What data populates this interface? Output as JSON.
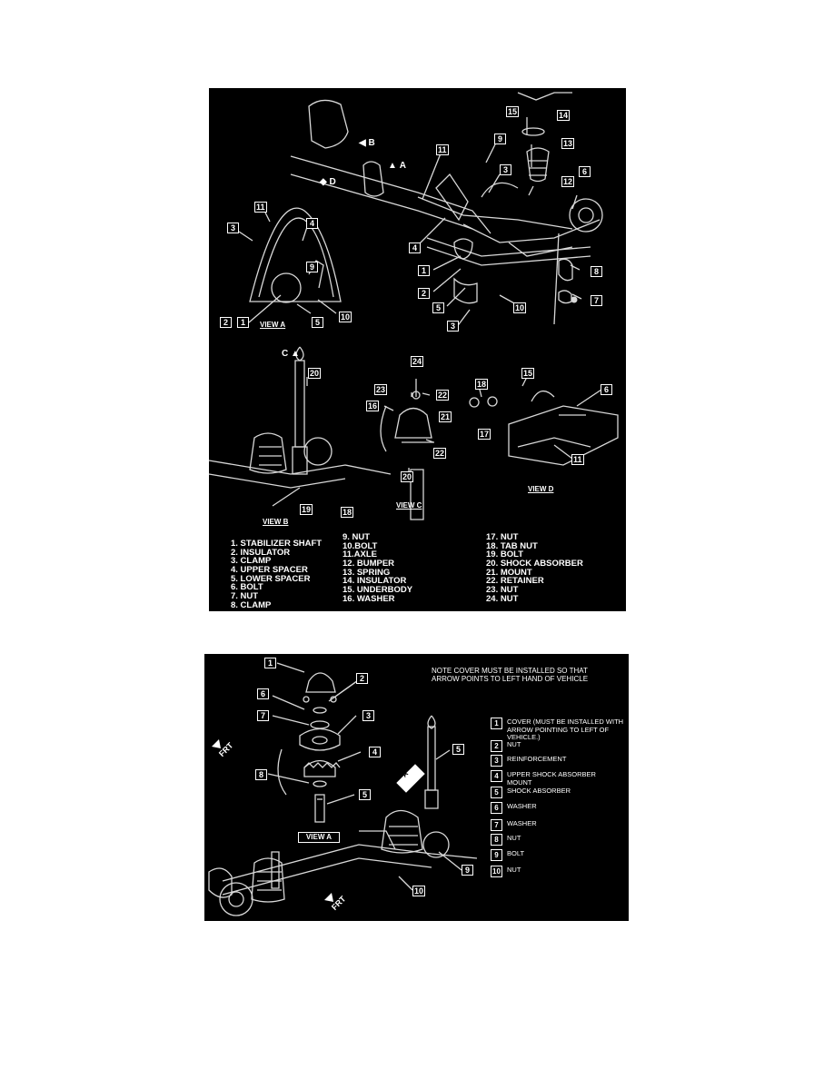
{
  "panel1": {
    "callouts": {
      "c11_top": "11",
      "c9_top": "9",
      "c3_top": "3",
      "c15": "15",
      "c14": "14",
      "c13": "13",
      "c12": "12",
      "c6_top": "6",
      "c4_mid": "4",
      "c1_mid": "1",
      "c2_mid": "2",
      "c5_mid": "5",
      "c3_mid": "3",
      "c10_mid": "10",
      "c8_mid": "8",
      "c7_mid": "7",
      "a11": "11",
      "a4": "4",
      "a3": "3",
      "a9": "9",
      "a2": "2",
      "a1": "1",
      "a5": "5",
      "a10": "10",
      "b20": "20",
      "b19": "19",
      "b18": "18",
      "c24": "24",
      "c23": "23",
      "c22a": "22",
      "c16": "16",
      "c21": "21",
      "c22b": "22",
      "c20": "20",
      "d18": "18",
      "d15": "15",
      "d6": "6",
      "d17": "17",
      "d11": "11"
    },
    "arrows": {
      "b": "B",
      "a": "A",
      "d": "D",
      "c": "C"
    },
    "captions": {
      "view_a": "VIEW A",
      "view_b": "VIEW B",
      "view_c": "VIEW C",
      "view_d": "VIEW D"
    },
    "legend": {
      "col1": [
        "1. STABILIZER SHAFT",
        "2. INSULATOR",
        "3. CLAMP",
        "4. UPPER SPACER",
        "5. LOWER SPACER",
        "6. BOLT",
        "7. NUT",
        "8. CLAMP"
      ],
      "col2": [
        "9. NUT",
        "10.BOLT",
        "11.AXLE",
        "12. BUMPER",
        "13. SPRING",
        "14. INSULATOR",
        "15. UNDERBODY",
        "16. WASHER"
      ],
      "col3": [
        "17. NUT",
        "18. TAB NUT",
        "19. BOLT",
        "20. SHOCK ABSORBER",
        "21. MOUNT",
        "22. RETAINER",
        "23. NUT",
        "24. NUT"
      ]
    }
  },
  "panel2": {
    "note": [
      "NOTE COVER MUST BE INSTALLED SO THAT",
      "ARROW POINTS TO LEFT HAND OF VEHICLE"
    ],
    "callouts": {
      "n1": "1",
      "n2": "2",
      "n6": "6",
      "n7": "7",
      "n3": "3",
      "n4": "4",
      "n8": "8",
      "n5a": "5",
      "n5b": "5",
      "n9": "9",
      "n10": "10"
    },
    "view_a": "VIEW A",
    "frt": "FRT",
    "arrow_a": "A",
    "legend": [
      {
        "num": "1",
        "text": "COVER (MUST BE INSTALLED WITH ARROW POINTING TO LEFT OF VEHICLE.)"
      },
      {
        "num": "2",
        "text": "NUT"
      },
      {
        "num": "3",
        "text": "REINFORCEMENT"
      },
      {
        "num": "4",
        "text": "UPPER SHOCK ABSORBER MOUNT"
      },
      {
        "num": "5",
        "text": "SHOCK ABSORBER"
      },
      {
        "num": "6",
        "text": "WASHER"
      },
      {
        "num": "7",
        "text": "WASHER"
      },
      {
        "num": "8",
        "text": "NUT"
      },
      {
        "num": "9",
        "text": "BOLT"
      },
      {
        "num": "10",
        "text": "NUT"
      }
    ]
  }
}
